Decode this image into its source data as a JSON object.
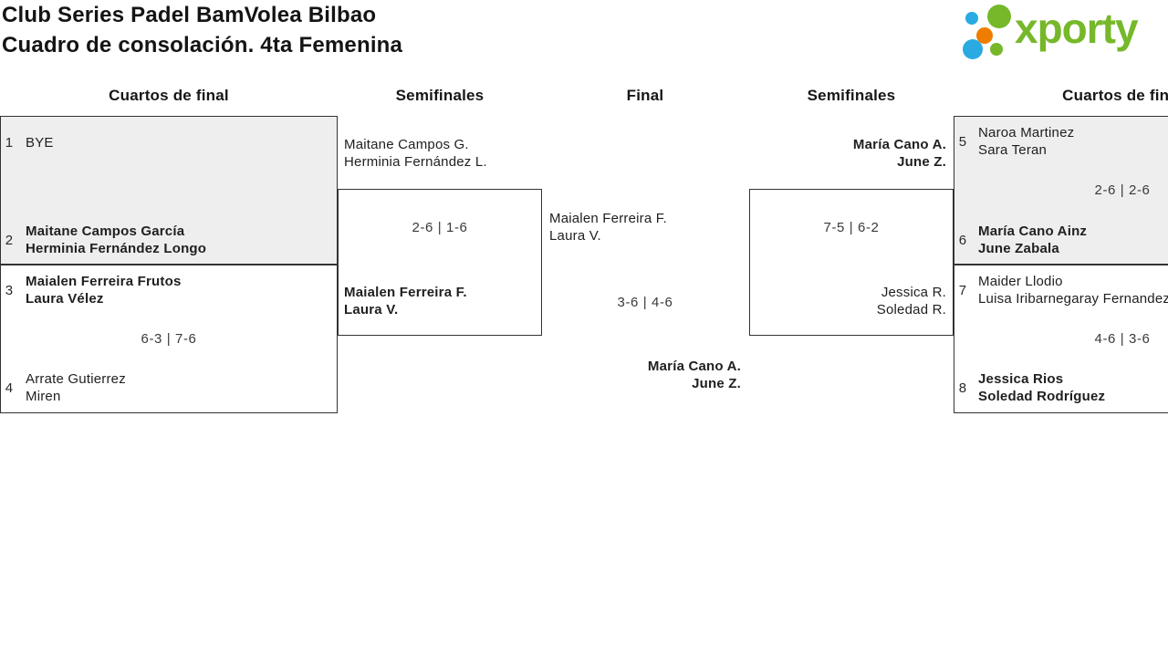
{
  "header": {
    "title_line1": "Club Series Padel BamVolea Bilbao",
    "title_line2": "Cuadro de consolación. 4ta Femenina",
    "logo_text": "xporty",
    "logo_colors": {
      "green": "#76b82a",
      "blue": "#29abe2",
      "orange": "#ef7d00"
    }
  },
  "round_headers": {
    "qf_left": "Cuartos de final",
    "sf_left": "Semifinales",
    "final": "Final",
    "sf_right": "Semifinales",
    "qf_right": "Cuartos de final"
  },
  "matches": {
    "qf_left_1": {
      "top_seed": "1",
      "top_line1": "BYE",
      "top_line2": "",
      "score": "",
      "bottom_seed": "2",
      "bottom_line1": "Maitane Campos García",
      "bottom_line2": "Herminia Fernández Longo"
    },
    "qf_left_2": {
      "top_seed": "3",
      "top_line1": "Maialen Ferreira Frutos",
      "top_line2": "Laura Vélez",
      "score": "6-3 | 7-6",
      "bottom_seed": "4",
      "bottom_line1": "Arrate Gutierrez",
      "bottom_line2": "Miren"
    },
    "sf_left": {
      "top_line1": "Maitane Campos G.",
      "top_line2": "Herminia Fernández L.",
      "score": "2-6 | 1-6",
      "bottom_line1": "Maialen Ferreira F.",
      "bottom_line2": "Laura V."
    },
    "final": {
      "top_line1": "Maialen Ferreira F.",
      "top_line2": "Laura V.",
      "score": "3-6 | 4-6",
      "bottom_line1": "María Cano A.",
      "bottom_line2": "June Z."
    },
    "sf_right": {
      "top_line1": "María Cano A.",
      "top_line2": "June Z.",
      "score": "7-5 | 6-2",
      "bottom_line1": "Jessica R.",
      "bottom_line2": "Soledad R."
    },
    "qf_right_1": {
      "top_seed": "5",
      "top_line1": "Naroa Martinez",
      "top_line2": "Sara Teran",
      "score": "2-6 | 2-6",
      "bottom_seed": "6",
      "bottom_line1": "María Cano Ainz",
      "bottom_line2": "June Zabala"
    },
    "qf_right_2": {
      "top_seed": "7",
      "top_line1": "Maider Llodio",
      "top_line2": "Luisa Iribarnegaray Fernandez",
      "score": "4-6 | 3-6",
      "bottom_seed": "8",
      "bottom_line1": "Jessica Rios",
      "bottom_line2": "Soledad Rodríguez"
    }
  }
}
